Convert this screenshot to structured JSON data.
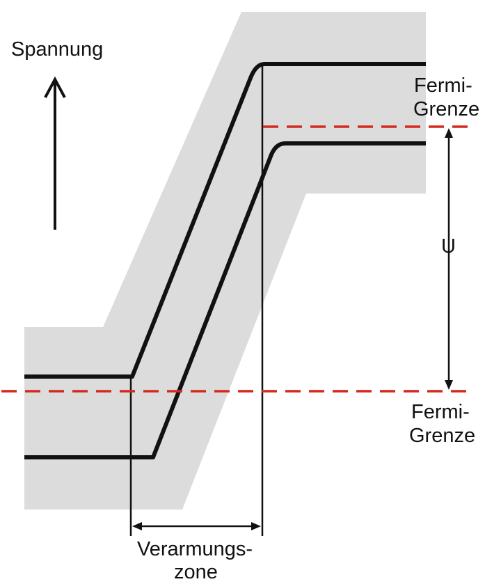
{
  "diagram": {
    "axis_label": "Spannung",
    "fermi_top": {
      "line1": "Fermi-",
      "line2": "Grenze"
    },
    "fermi_bottom": {
      "line1": "Fermi-",
      "line2": "Grenze"
    },
    "voltage_label": "U",
    "zone_label": {
      "line1": "Verarmungs-",
      "line2": "zone"
    },
    "colors": {
      "band_fill": "#dcdcdc",
      "curve": "#111111",
      "fermi_dashed": "#d42a1e"
    }
  }
}
